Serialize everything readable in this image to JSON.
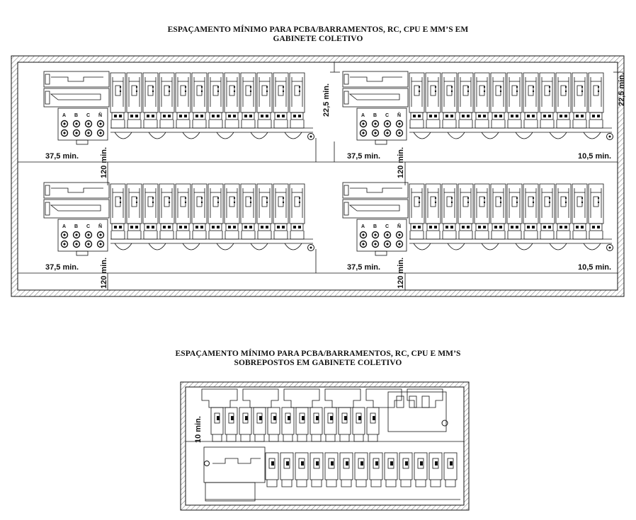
{
  "top_title": {
    "line1": "ESPAÇAMENTO MÍNIMO PARA PCBA/BARRAMENTOS, RC, CPU E MM’S EM",
    "line2": "GABINETE COLETIVO"
  },
  "bottom_title": {
    "line1": "ESPAÇAMENTO MÍNIMO PARA PCBA/BARRAMENTOS, RC, CPU E MM’S",
    "line2": "SOBREPOSTOS EM GABINETE COLETIVO"
  },
  "dimensions": {
    "left_clearance": "37,5 min.",
    "right_clearance": "10,5 min.",
    "top_clearance": "22,5 min.",
    "vertical_gap": "120 min.",
    "stack_gap": "10 min."
  },
  "bus_labels": [
    "A",
    "B",
    "C",
    "Ñ"
  ]
}
